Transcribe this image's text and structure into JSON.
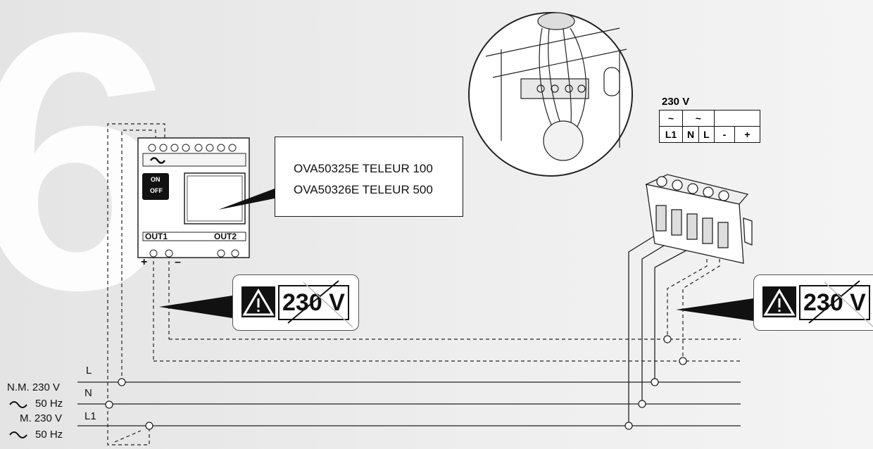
{
  "step_number": "6",
  "models": [
    "OVA50325E TELEUR 100",
    "OVA50326E TELEUR 500"
  ],
  "device": {
    "tilde": "~",
    "switch_on": "ON",
    "switch_off": "OFF",
    "out1": "OUT1",
    "out2": "OUT2",
    "plus": "+",
    "minus": "–"
  },
  "warning": {
    "voltage": "230 V"
  },
  "terminal_table": {
    "title": "230 V",
    "top_row": [
      "~",
      "~",
      ""
    ],
    "bottom_row": [
      "L1",
      "N",
      "L",
      "-",
      "+"
    ]
  },
  "supply": {
    "nm_voltage": "N.M. 230 V",
    "nm_freq": "50 Hz",
    "m_voltage": "M.  230 V",
    "m_freq": "50 Hz",
    "line_l": "L",
    "line_n": "N",
    "line_l1": "L1"
  }
}
